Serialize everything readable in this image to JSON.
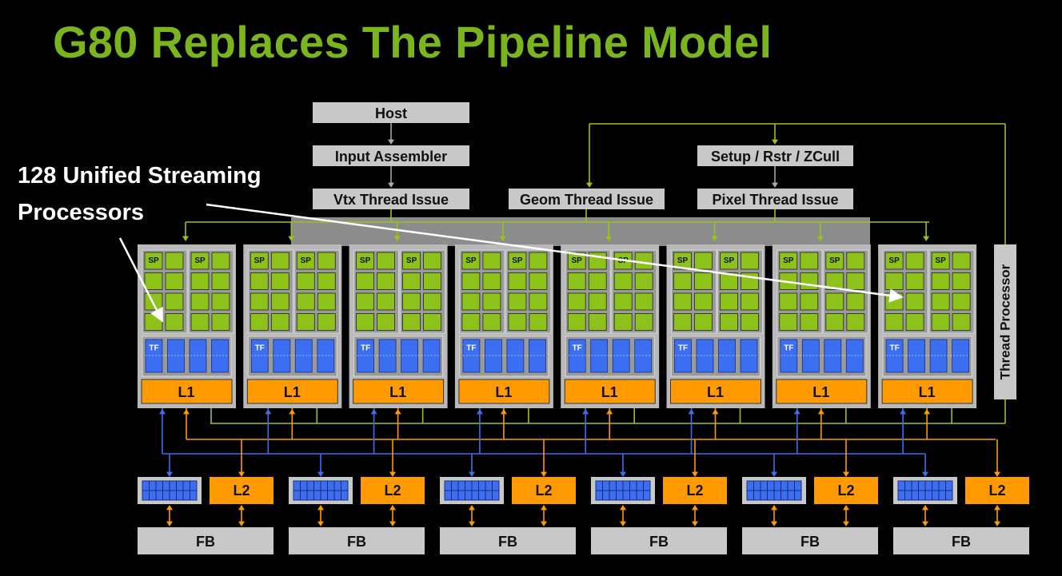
{
  "slide": {
    "title": "G80 Replaces The Pipeline Model",
    "callout_line1": "128 Unified Streaming",
    "callout_line2": "Processors"
  },
  "frontend": {
    "host": "Host",
    "input_assembler": "Input Assembler",
    "vtx_thread_issue": "Vtx Thread Issue",
    "geom_thread_issue": "Geom Thread Issue",
    "setup": "Setup / Rstr / ZCull",
    "pixel_thread_issue": "Pixel Thread Issue",
    "thread_processor": "Thread Processor"
  },
  "cluster": {
    "count": 8,
    "sp_label": "SP",
    "tf_label": "TF",
    "l1_label": "L1"
  },
  "memory": {
    "count": 6,
    "l2_label": "L2",
    "fb_label": "FB"
  },
  "colors": {
    "green": "#8cc21a",
    "lime_line": "#9ac21c",
    "orange": "#ff9a00",
    "blue": "#3b6ef0",
    "gray": "#c8c8c8",
    "title": "#7ab51d"
  }
}
